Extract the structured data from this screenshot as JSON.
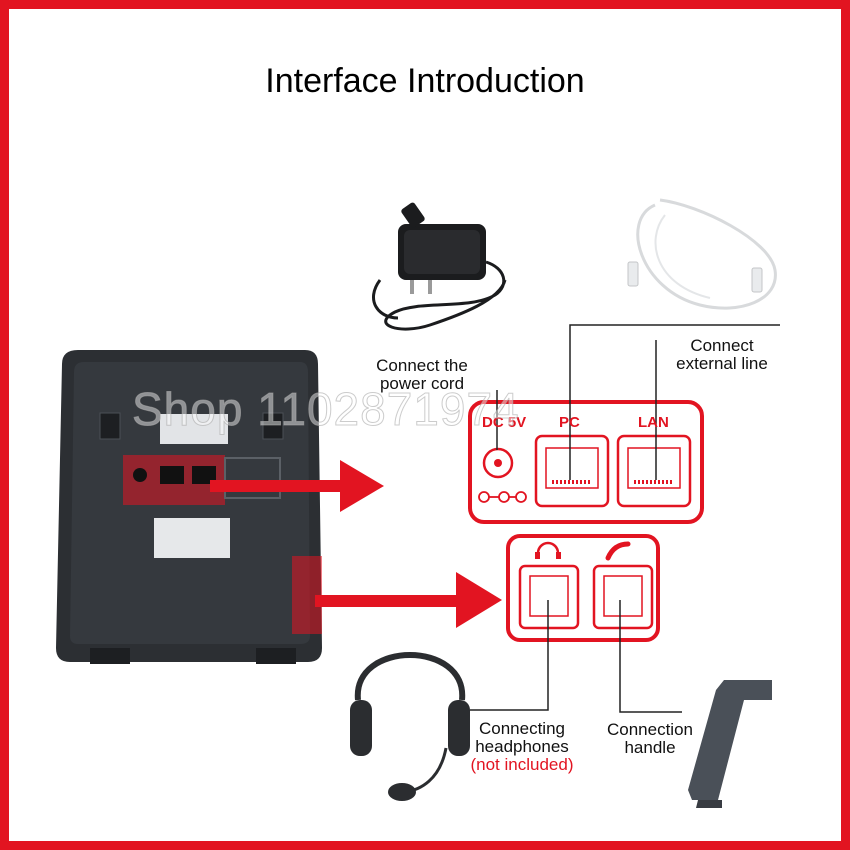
{
  "title": "Interface Introduction",
  "watermark": "Shop 1102871974",
  "ports_panel": {
    "dc_label": "DC 5V",
    "pc_label": "PC",
    "lan_label": "LAN"
  },
  "labels": {
    "power_cord": [
      "Connect the",
      "power cord"
    ],
    "external_line": [
      "Connect",
      "external line"
    ],
    "headphones": [
      "Connecting",
      "headphones"
    ],
    "not_included": "(not included)",
    "handle": [
      "Connection",
      "handle"
    ]
  },
  "colors": {
    "accent_red": "#e21421",
    "device_body": "#2c2f33",
    "handset": "#4a5058"
  },
  "icons": [
    "headset-port-icon",
    "phone-handset-port-icon",
    "power-adapter-icon",
    "ethernet-cable-icon",
    "headset-icon",
    "handset-icon",
    "arrow-icon"
  ]
}
